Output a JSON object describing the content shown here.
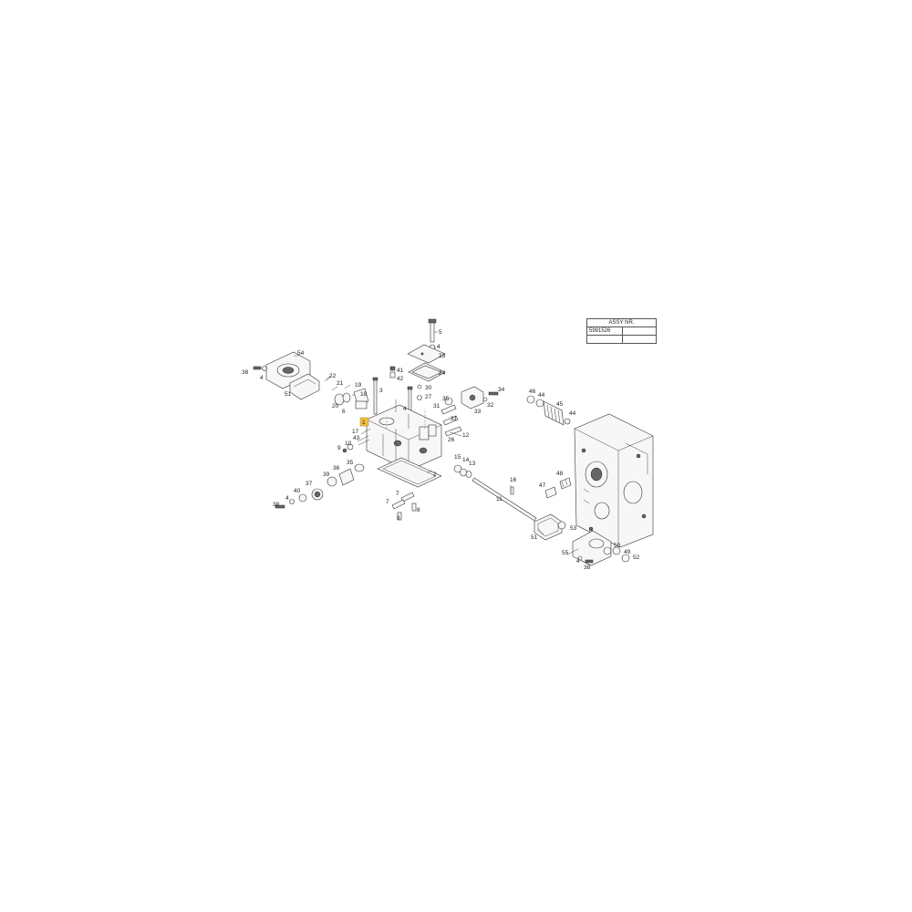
{
  "assy_table": {
    "header": "ASSY NR.",
    "number": "5991526",
    "empty": ""
  },
  "highlight_color": "#f0c040",
  "labels": {
    "l5": "5",
    "l4a": "4",
    "l23": "23",
    "l24": "24",
    "l54": "54",
    "l38a": "38",
    "l4b": "4",
    "l51a": "51",
    "l22": "22",
    "l21": "21",
    "l19": "19",
    "l18": "18",
    "l20": "20",
    "l6": "6",
    "l41": "41",
    "l42": "42",
    "l3": "3",
    "l30": "30",
    "l27": "27",
    "l4c": "4",
    "l35a": "35",
    "l31a": "31",
    "l31b": "31",
    "l34": "34",
    "l32": "32",
    "l33": "33",
    "l17": "17",
    "l1": "1",
    "l43": "43",
    "l10": "10",
    "l9": "9",
    "l35b": "35",
    "l12": "12",
    "l26": "26",
    "l36": "36",
    "l39": "39",
    "l37": "37",
    "l40": "40",
    "l4d": "4",
    "l38b": "38",
    "l2": "2",
    "l15": "15",
    "l14": "14",
    "l13": "13",
    "l16": "16",
    "l11": "11",
    "l7a": "7",
    "l7b": "7",
    "l8a": "8",
    "l8b": "8",
    "l46": "46",
    "l44a": "44",
    "l45": "45",
    "l44b": "44",
    "l47": "47",
    "l48": "48",
    "l51b": "51",
    "l53": "53",
    "l55": "55",
    "l4e": "4",
    "l38c": "38",
    "l50": "50",
    "l49": "49",
    "l52": "52"
  }
}
